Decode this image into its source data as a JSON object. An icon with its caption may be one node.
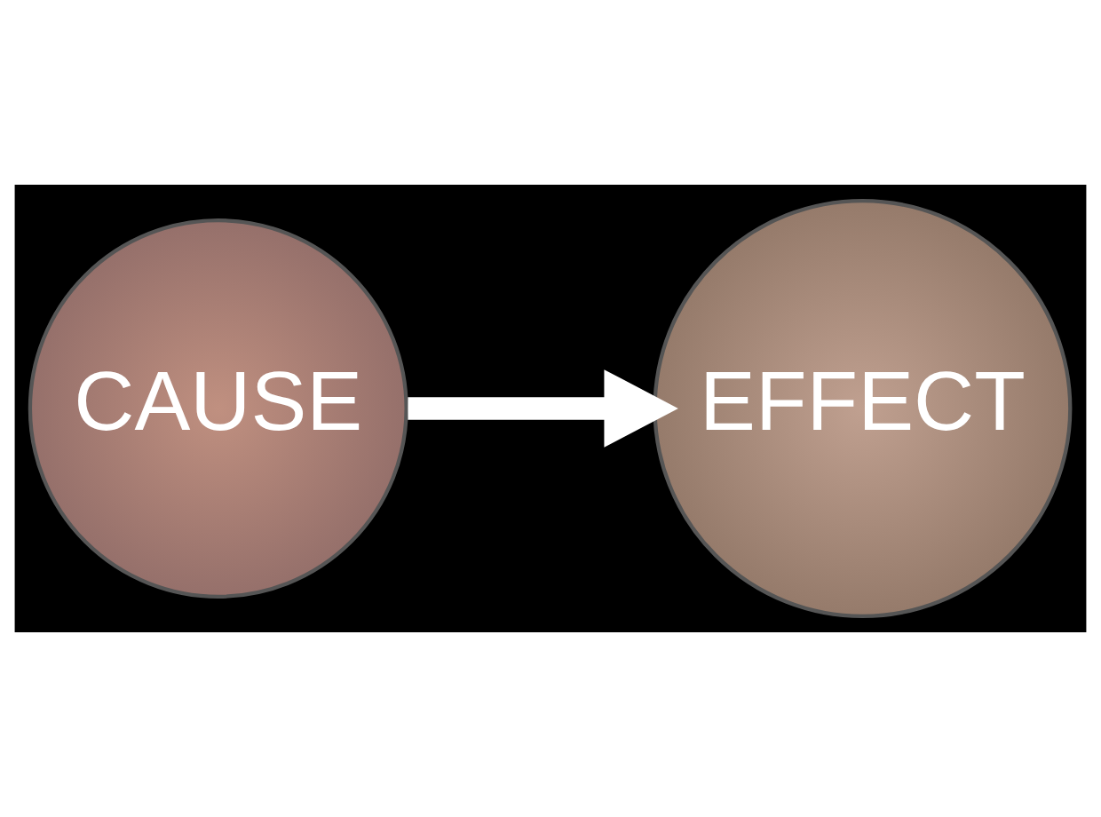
{
  "diagram": {
    "nodes": [
      {
        "text": [
          "CAUSE"
        ]
      },
      {
        "text": [
          "EFFECT"
        ]
      }
    ],
    "edges": [
      {
        "from": 0,
        "to": 1,
        "arrow": "to"
      }
    ]
  }
}
